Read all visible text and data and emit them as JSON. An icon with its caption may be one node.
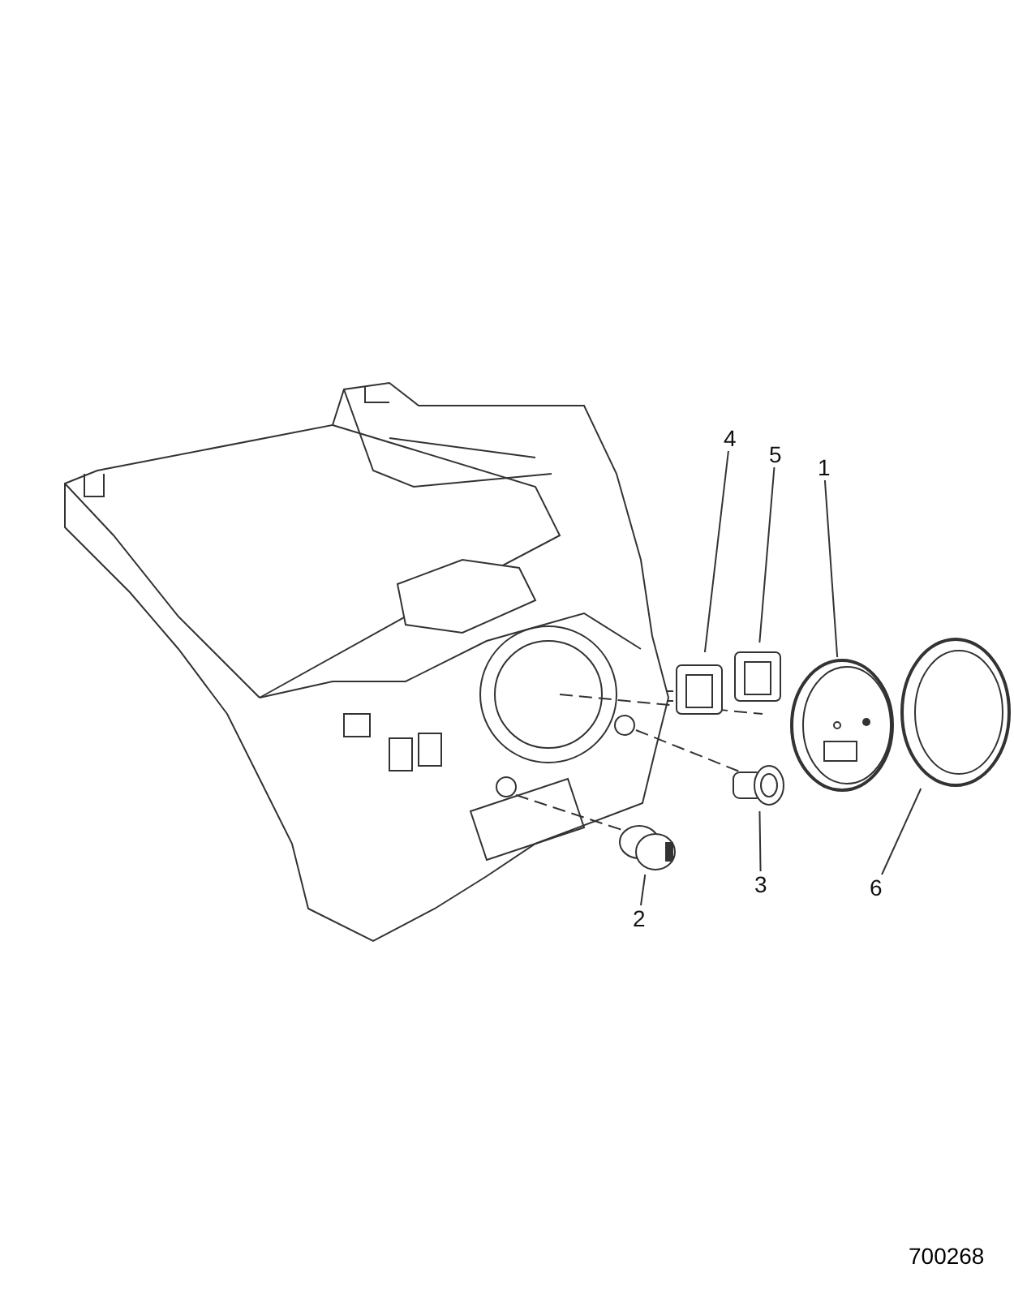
{
  "diagram": {
    "nodes": [
      {
        "text": [
          "4"
        ]
      },
      {
        "text": [
          "5"
        ]
      },
      {
        "text": [
          "1"
        ]
      },
      {
        "text": [
          "3"
        ]
      },
      {
        "text": [
          "6"
        ]
      },
      {
        "text": [
          "2"
        ]
      },
      {
        "text": [],
        "shape": "picture"
      },
      {
        "text": [],
        "shape": "picture"
      },
      {
        "text": [],
        "shape": "picture"
      },
      {
        "text": [],
        "shape": "picture"
      },
      {
        "text": [],
        "shape": "picture"
      },
      {
        "text": [],
        "shape": "picture"
      }
    ],
    "edges": [
      {
        "from": 0,
        "to": 6,
        "arrow": "none"
      },
      {
        "from": 1,
        "to": 7,
        "arrow": "none"
      },
      {
        "from": 2,
        "to": 8,
        "arrow": "none"
      },
      {
        "from": 3,
        "to": 9,
        "arrow": "none"
      },
      {
        "from": 4,
        "to": 10,
        "arrow": "none"
      },
      {
        "from": 5,
        "to": 11,
        "arrow": "none"
      }
    ],
    "labels": [
      "700268"
    ]
  }
}
